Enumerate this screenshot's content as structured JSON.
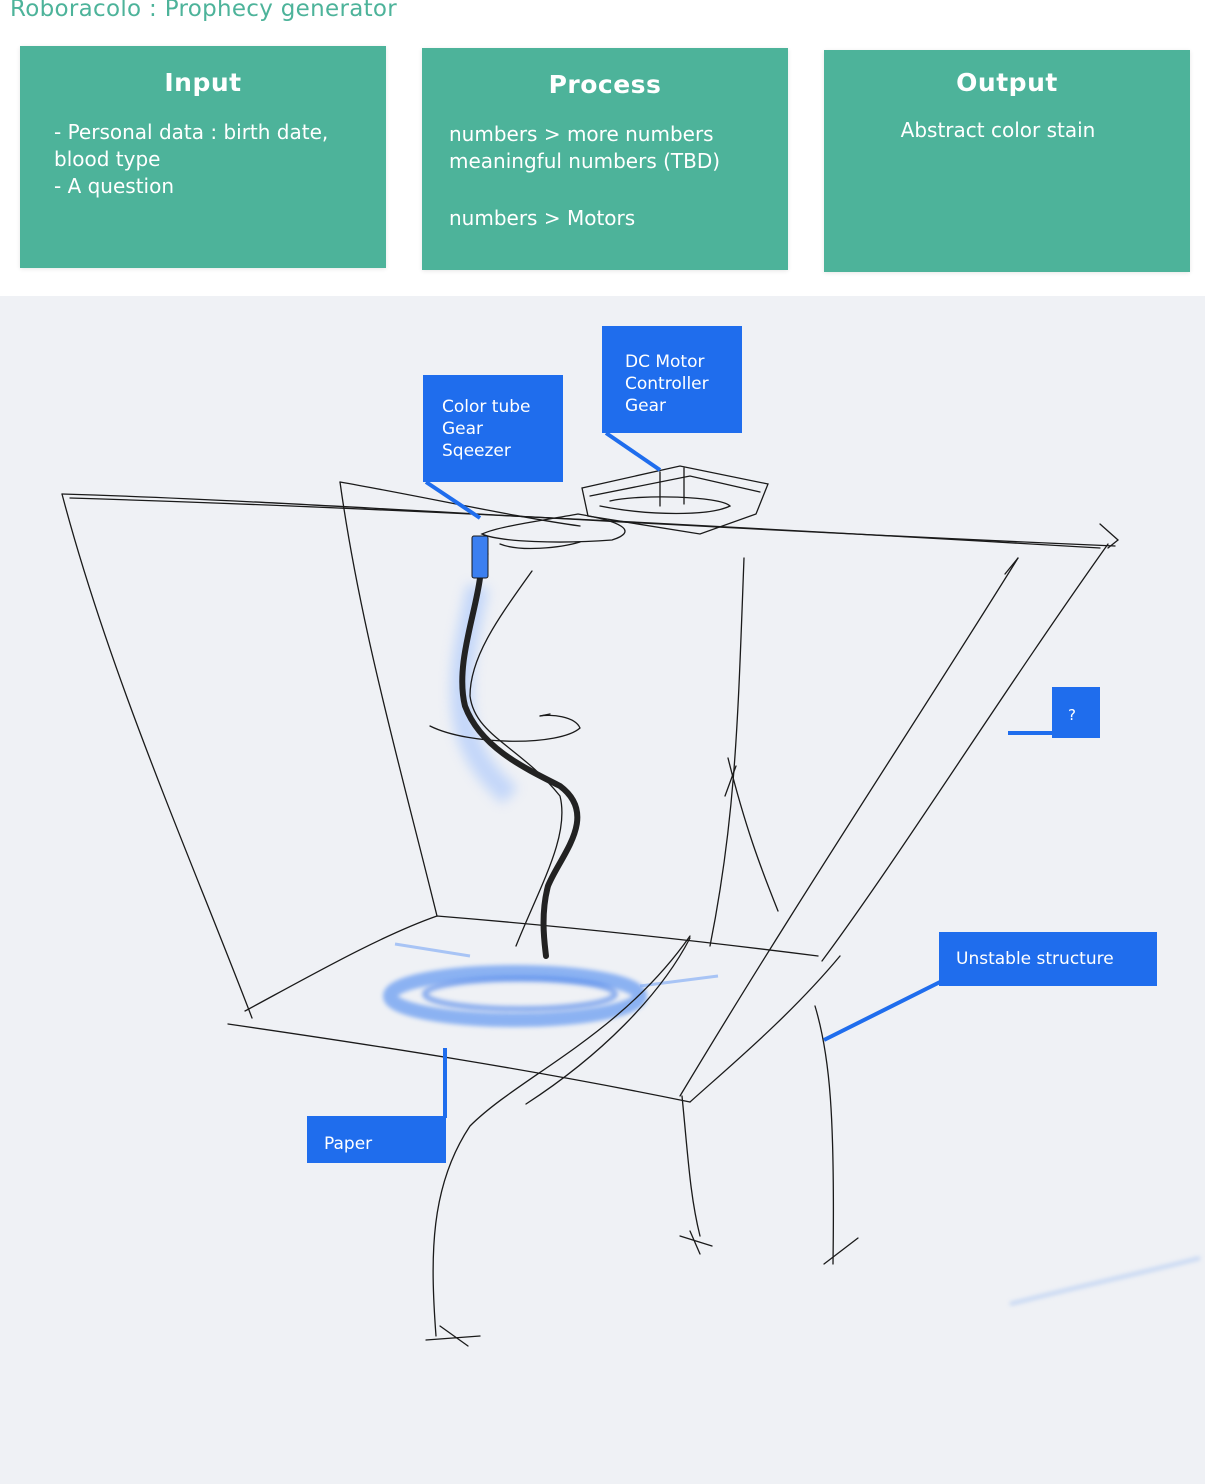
{
  "title": "Roboracolo : Prophecy generator",
  "panels": {
    "input": {
      "heading": "Input",
      "lines": [
        "- Personal data : birth date,",
        "blood type",
        "- A question"
      ]
    },
    "process": {
      "heading": "Process",
      "lines": [
        "numbers > more numbers",
        "meaningful numbers (TBD)",
        "numbers > Motors"
      ]
    },
    "output": {
      "heading": "Output",
      "lines": [
        "Abstract color stain"
      ]
    }
  },
  "sketch": {
    "callouts": {
      "dc_motor": [
        "DC Motor",
        "Controller",
        "Gear"
      ],
      "color_tube": [
        "Color tube",
        "Gear",
        "Sqeezer"
      ],
      "question": "?",
      "unstable": "Unstable structure",
      "paper": "Paper"
    }
  },
  "colors": {
    "panel": "#4db39a",
    "callout": "#1f6ded",
    "canvas": "#eff1f5",
    "stain": "#3b7ff0"
  }
}
